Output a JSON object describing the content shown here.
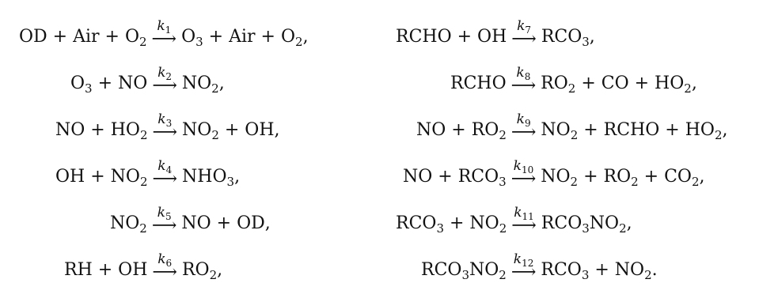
{
  "equations": {
    "left": [
      {
        "lhs": "OD + Air + O_2",
        "k": "k_1",
        "rhs": "O_3 + Air + O_2",
        "trail": ","
      },
      {
        "lhs": "O_3 + NO",
        "k": "k_2",
        "rhs": "NO_2",
        "trail": ","
      },
      {
        "lhs": "NO + HO_2",
        "k": "k_3",
        "rhs": "NO_2 + OH",
        "trail": ","
      },
      {
        "lhs": "OH + NO_2",
        "k": "k_4",
        "rhs": "NHO_3",
        "trail": ","
      },
      {
        "lhs": "NO_2",
        "k": "k_5",
        "rhs": "NO + OD",
        "trail": ","
      },
      {
        "lhs": "RH + OH",
        "k": "k_6",
        "rhs": "RO_2",
        "trail": ","
      }
    ],
    "right": [
      {
        "lhs": "RCHO + OH",
        "k": "k_7",
        "rhs": "RCO_3",
        "trail": ","
      },
      {
        "lhs": "RCHO",
        "k": "k_8",
        "rhs": "RO_2 + CO + HO_2",
        "trail": ","
      },
      {
        "lhs": "NO + RO_2",
        "k": "k_9",
        "rhs": "NO_2 + RCHO + HO_2",
        "trail": ","
      },
      {
        "lhs": "NO + RCO_3",
        "k": "k_10",
        "rhs": "NO_2 + RO_2 + CO_2",
        "trail": ","
      },
      {
        "lhs": "RCO_3 + NO_2",
        "k": "k_11",
        "rhs": "RCO_3NO_2",
        "trail": ","
      },
      {
        "lhs": "RCO_3NO_2",
        "k": "k_12",
        "rhs": "RCO_3 + NO_2",
        "trail": "."
      }
    ]
  },
  "arrow_symbol": "⟶"
}
